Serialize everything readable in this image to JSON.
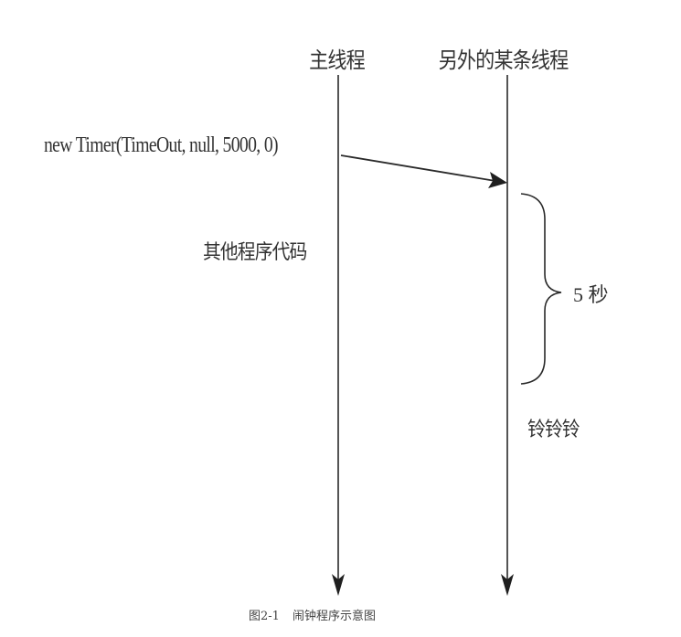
{
  "diagram": {
    "threads": {
      "main": {
        "title": "主线程"
      },
      "other": {
        "title": "另外的某条线程"
      }
    },
    "events": {
      "call": "new Timer(TimeOut, null, 5000, 0)",
      "other_code": "其他程序代码",
      "duration": "5 秒",
      "ring": "铃铃铃"
    },
    "caption": {
      "number": "图2-1",
      "title": "闹钟程序示意图"
    },
    "colors": {
      "line": "#2a2a2a",
      "text": "#333333",
      "background": "#ffffff"
    }
  }
}
